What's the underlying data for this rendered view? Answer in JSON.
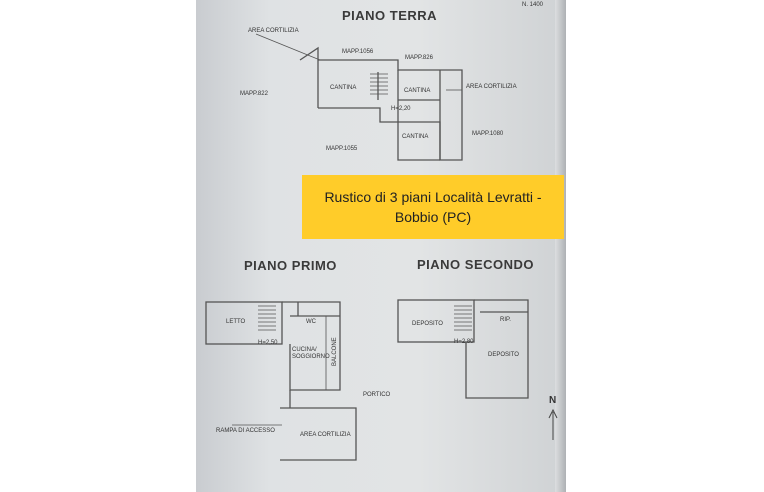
{
  "header": {
    "sheet_number": "N. 1400"
  },
  "ground_floor": {
    "title": "PIANO TERRA",
    "labels": {
      "courtyard_top": "AREA CORTILIZIA",
      "mapp_1056": "MAPP.1056",
      "mapp_826": "MAPP.826",
      "mapp_822": "MAPP.822",
      "cantina_1": "CANTINA",
      "cantina_2": "CANTINA",
      "cantina_3": "CANTINA",
      "height": "H=2,20",
      "courtyard_right": "AREA CORTILIZIA",
      "mapp_1080": "MAPP.1080",
      "mapp_1055": "MAPP.1055"
    }
  },
  "banner": {
    "text": "Rustico di 3 piani Località Levratti - Bobbio (PC)",
    "color": "#ffcc29"
  },
  "first_floor": {
    "title": "PIANO PRIMO",
    "labels": {
      "letto": "LETTO",
      "wc": "WC",
      "height": "H=2,50",
      "kitchen": "CUCINA/ SOGGIORNO",
      "balcony": "BALCONE",
      "portico": "PORTICO",
      "courtyard": "AREA CORTILIZIA",
      "ramp": "RAMPA DI ACCESSO"
    }
  },
  "second_floor": {
    "title": "PIANO SECONDO",
    "labels": {
      "deposito_1": "DEPOSITO",
      "rip": "RIP.",
      "height": "H=2,80",
      "deposito_2": "DEPOSITO"
    }
  },
  "compass": {
    "label": "N",
    "icon": "north-arrow-icon"
  }
}
